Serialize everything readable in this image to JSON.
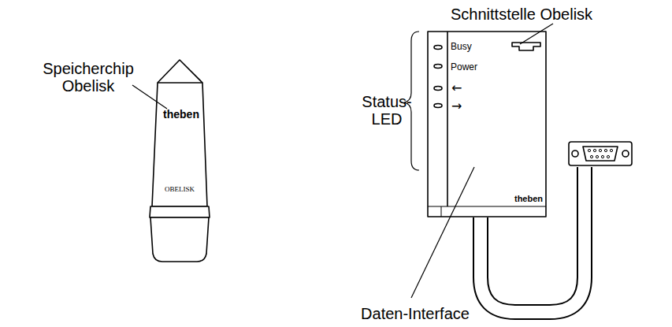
{
  "diagram": {
    "nodes": [
      {
        "text": [
          "theben",
          "OBELISK"
        ]
      },
      {
        "text": [
          "Busy",
          "Power",
          "←",
          "→",
          "theben"
        ]
      }
    ],
    "labels": [
      "Speicherchip Obelisk",
      "Schnittstelle Obelisk",
      "Status- LED",
      "Daten-Interface"
    ]
  }
}
